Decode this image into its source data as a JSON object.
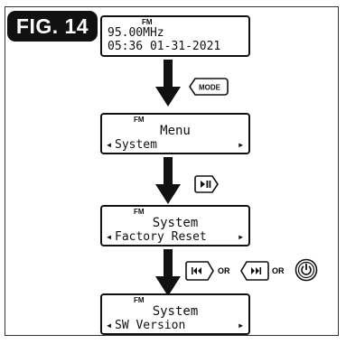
{
  "figure_label": "FIG. 14",
  "screens": [
    {
      "band": "FM",
      "line1": "95.00MHz",
      "line2": "05:36 01-31-2021"
    },
    {
      "band": "FM",
      "line1": "Menu",
      "line2_left_arrow": "◂",
      "line2": "System",
      "line2_right_arrow": "▸"
    },
    {
      "band": "FM",
      "line1": "System",
      "line2_left_arrow": "◂",
      "line2": "Factory Reset",
      "line2_right_arrow": "▸"
    },
    {
      "band": "FM",
      "line1": "System",
      "line2_left_arrow": "◂",
      "line2": "SW Version",
      "line2_right_arrow": "▸"
    }
  ],
  "steps": [
    {
      "keys": [
        {
          "icon": "mode-key",
          "label": "MODE"
        }
      ]
    },
    {
      "keys": [
        {
          "icon": "play-pause-key",
          "label": "▶II"
        }
      ]
    },
    {
      "keys": [
        {
          "icon": "previous-track-key",
          "label": "I◀◀"
        },
        {
          "icon": "next-track-key",
          "label": "▶▶I"
        },
        {
          "icon": "power-key",
          "label": "⏻"
        }
      ],
      "separator": "OR"
    }
  ]
}
